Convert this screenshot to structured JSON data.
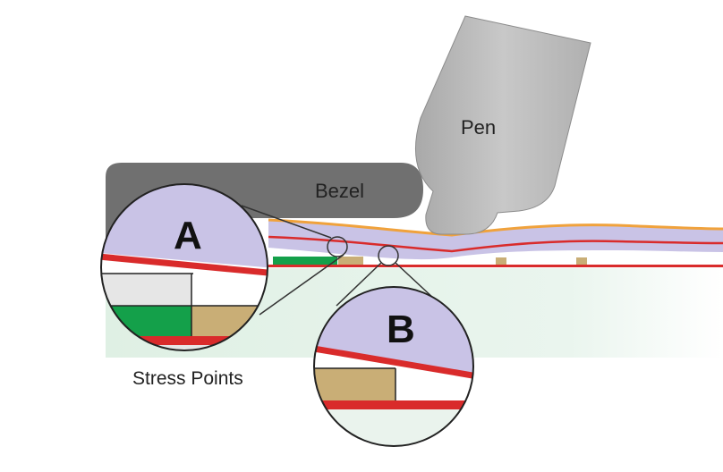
{
  "labels": {
    "pen": "Pen",
    "bezel": "Bezel",
    "detail_a": "A",
    "detail_b": "B",
    "stress_points": "Stress Points"
  },
  "colors": {
    "bezel": "#707070",
    "pen": "#b8b8b8",
    "film": "#c9c3e6",
    "red_trace": "#d92b2b",
    "orange_edge": "#f0a23c",
    "green_pad": "#14a04a",
    "tan_pad": "#c9ae76",
    "glass": "#e4f1e8"
  }
}
